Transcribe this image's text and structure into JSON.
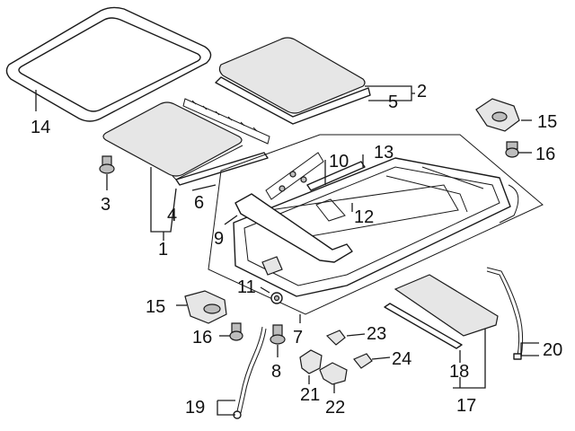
{
  "callouts": {
    "c1": "1",
    "c2": "2",
    "c3": "3",
    "c4": "4",
    "c5": "5",
    "c6": "6",
    "c7": "7",
    "c8": "8",
    "c9": "9",
    "c10": "10",
    "c11": "11",
    "c12": "12",
    "c13": "13",
    "c14": "14",
    "c15a": "15",
    "c15b": "15",
    "c16a": "16",
    "c16b": "16",
    "c17": "17",
    "c18": "18",
    "c19": "19",
    "c20": "20",
    "c21": "21",
    "c22": "22",
    "c23": "23",
    "c24": "24"
  }
}
